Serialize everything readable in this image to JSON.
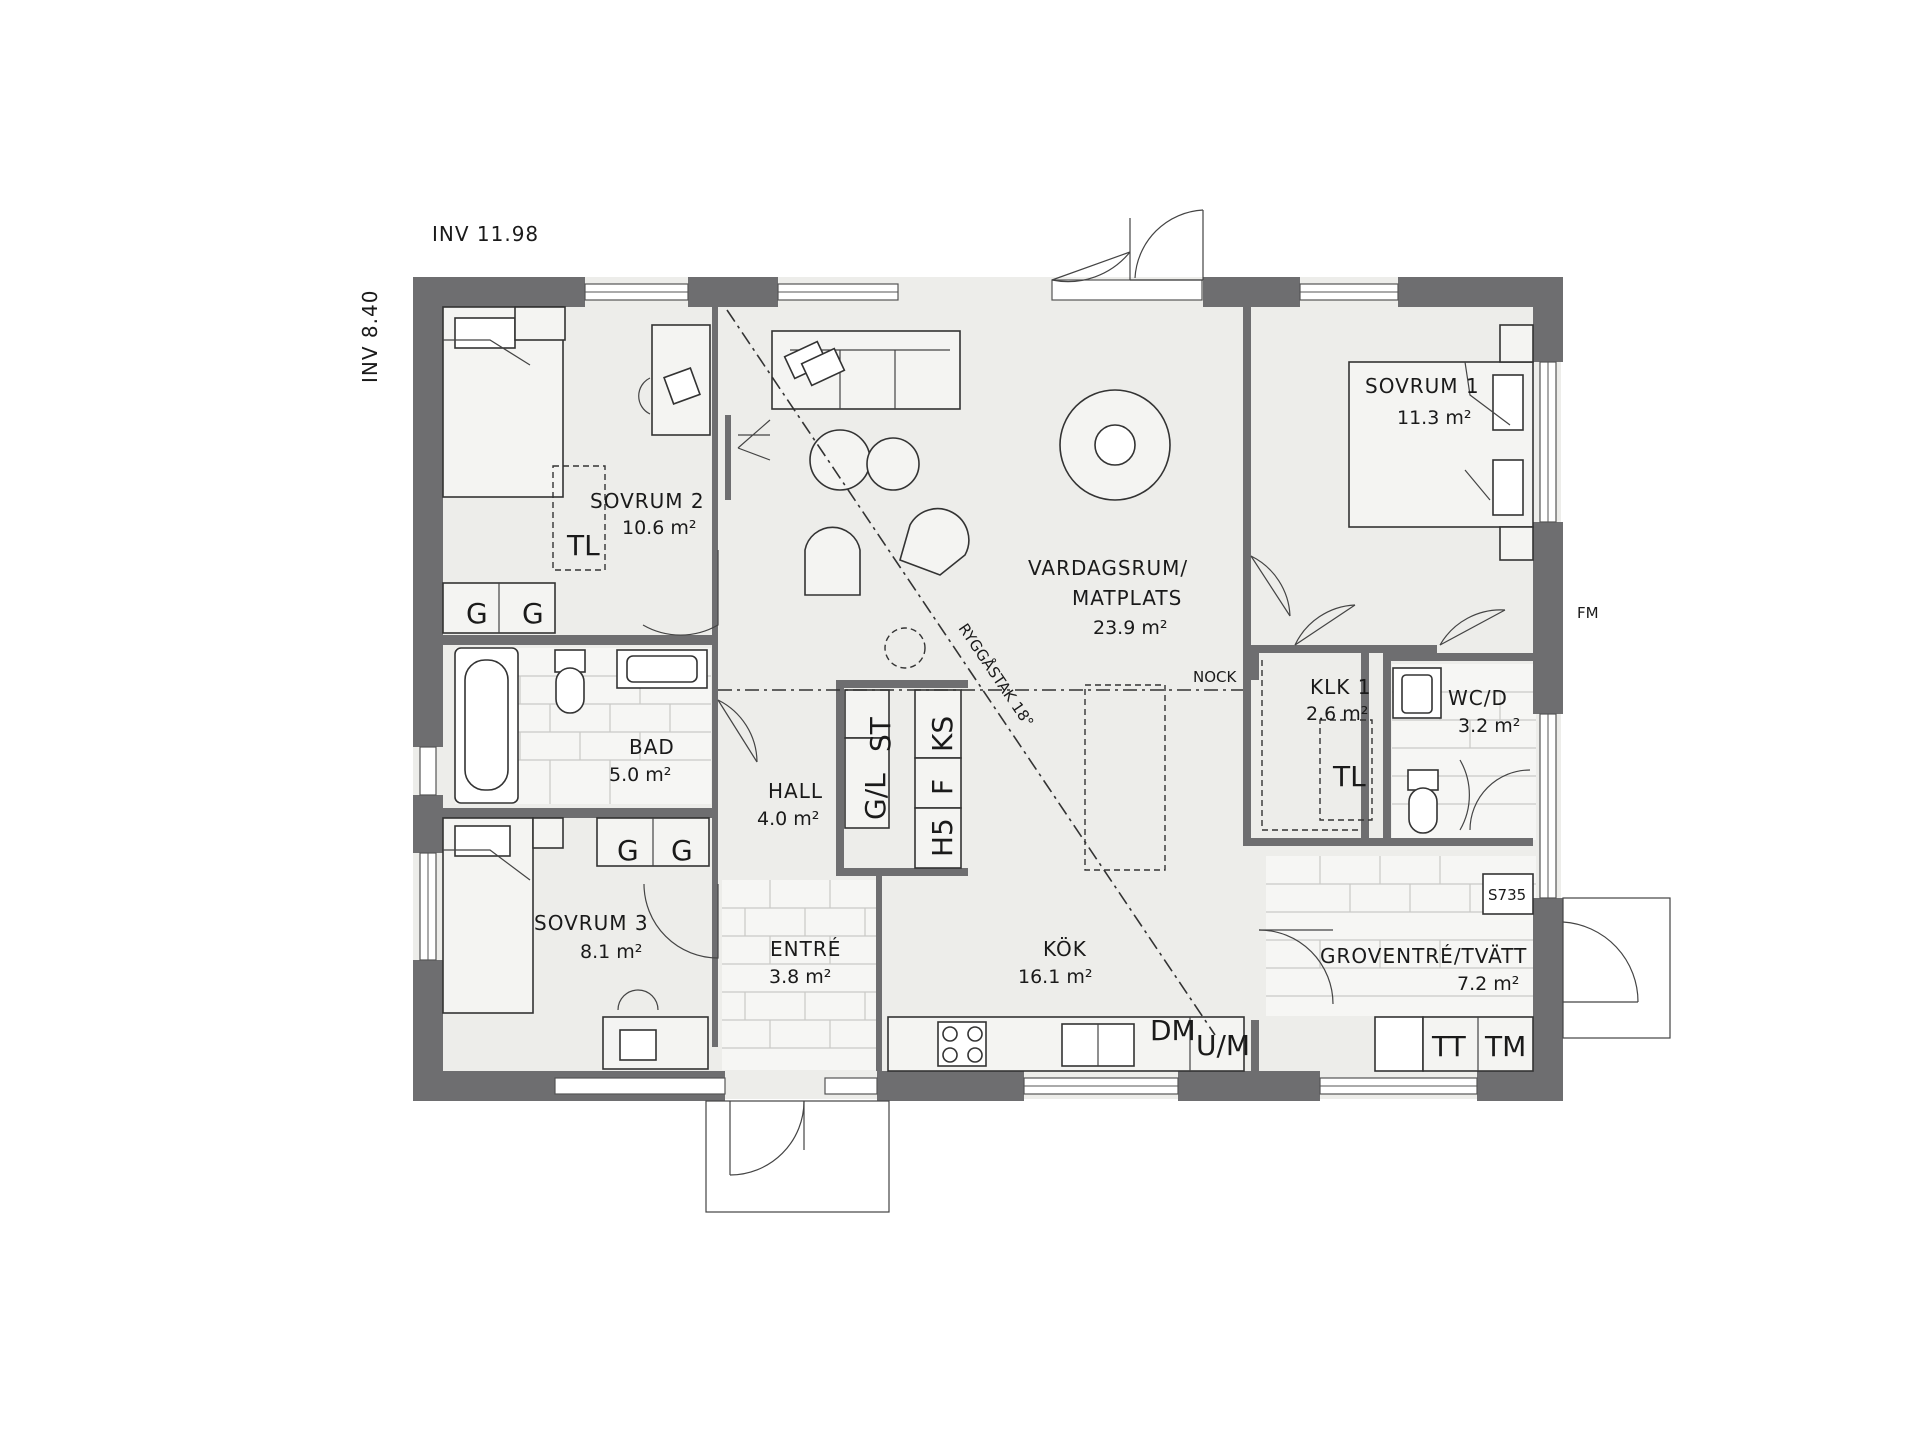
{
  "dimensions": {
    "width_label": "INV  11.98",
    "height_label": "INV  8.40"
  },
  "rooms": {
    "sovrum1": {
      "name": "SOVRUM 1",
      "area": "11.3  m²"
    },
    "sovrum2": {
      "name": "SOVRUM 2",
      "area": "10.6  m²"
    },
    "sovrum3": {
      "name": "SOVRUM 3",
      "area": "8.1  m²"
    },
    "vardagsrum": {
      "name_line1": "VARDAGSRUM/",
      "name_line2": "MATPLATS",
      "area": "23.9  m²"
    },
    "bad": {
      "name": "BAD",
      "area": "5.0  m²"
    },
    "hall": {
      "name": "HALL",
      "area": "4.0  m²"
    },
    "entre": {
      "name": "ENTRÉ",
      "area": "3.8  m²"
    },
    "kok": {
      "name": "KÖK",
      "area": "16.1  m²"
    },
    "klk": {
      "name": "KLK 1",
      "area": "2.6  m²"
    },
    "wcd": {
      "name": "WC/D",
      "area": "3.2  m²"
    },
    "groventre": {
      "name": "GROVENTRÉ/TVÄTT",
      "area": "7.2  m²"
    }
  },
  "fixtures": {
    "g": "G",
    "tl": "TL",
    "st": "ST",
    "ks": "KS",
    "gl": "G/L",
    "f": "F",
    "h5": "H5",
    "dm": "DM",
    "um": "U/M",
    "tt": "TT",
    "tm": "TM",
    "s735": "S735",
    "fm": "FM"
  },
  "annotations": {
    "nock": "NOCK",
    "roof": "RYGGÅSTAK 18°"
  }
}
